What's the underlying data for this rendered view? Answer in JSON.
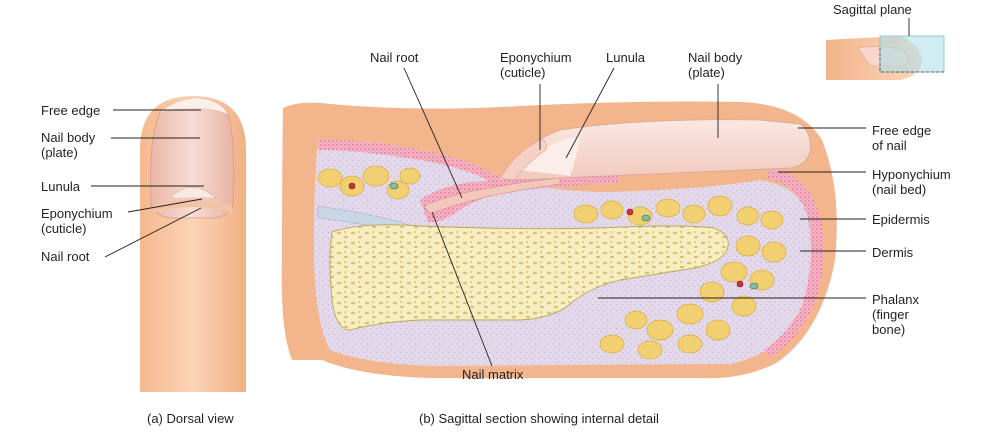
{
  "dorsal_view": {
    "labels": {
      "free_edge": "Free edge",
      "nail_body": "Nail body\n(plate)",
      "lunula": "Lunula",
      "eponychium": "Eponychium\n(cuticle)",
      "nail_root": "Nail root"
    },
    "caption": "(a) Dorsal view"
  },
  "sagittal_section": {
    "labels": {
      "nail_root": "Nail root",
      "eponychium": "Eponychium\n(cuticle)",
      "lunula": "Lunula",
      "nail_body": "Nail body\n(plate)",
      "free_edge": "Free edge\nof nail",
      "hyponychium": "Hyponychium\n(nail bed)",
      "epidermis": "Epidermis",
      "dermis": "Dermis",
      "phalanx": "Phalanx\n(finger\nbone)",
      "nail_matrix": "Nail matrix"
    },
    "caption": "(b) Sagittal section showing internal detail"
  },
  "inset": {
    "label": "Sagittal plane"
  }
}
